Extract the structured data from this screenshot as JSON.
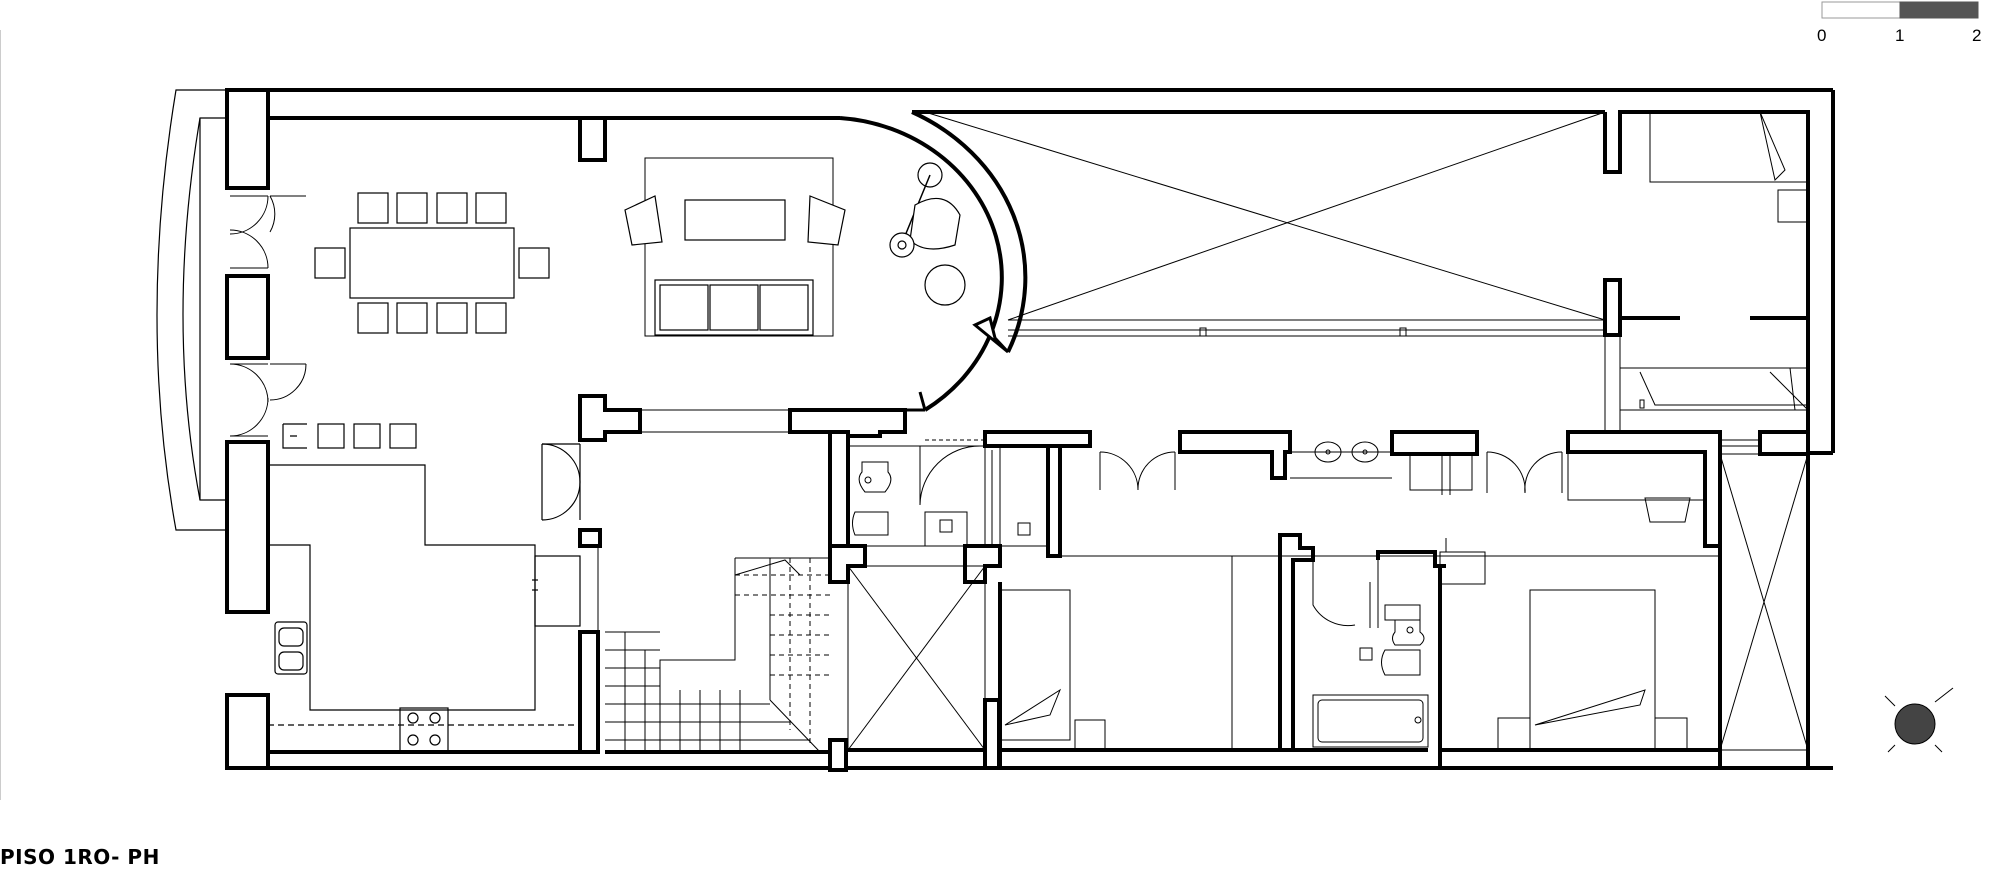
{
  "drawing": {
    "title": "PISO 1RO- PH",
    "scale_bar": {
      "labels": [
        "0",
        "1",
        "2"
      ],
      "fill_color": "#555555"
    },
    "line_color": "#000000",
    "background": "#ffffff"
  }
}
